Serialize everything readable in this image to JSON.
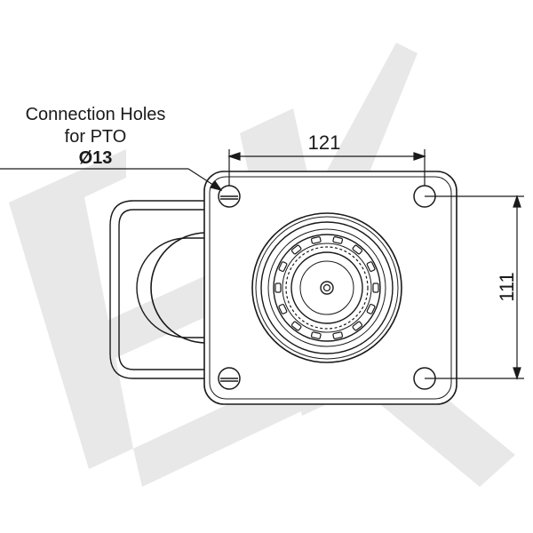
{
  "callout": {
    "title_line1": "Connection Holes",
    "title_line2": "for PTO",
    "diameter": "Ø13"
  },
  "dimensions": {
    "width": "121",
    "height": "111"
  },
  "watermark": {
    "text": "EK",
    "color": "#e8e8e8"
  },
  "colors": {
    "line": "#1a1a1a",
    "background": "#ffffff"
  }
}
